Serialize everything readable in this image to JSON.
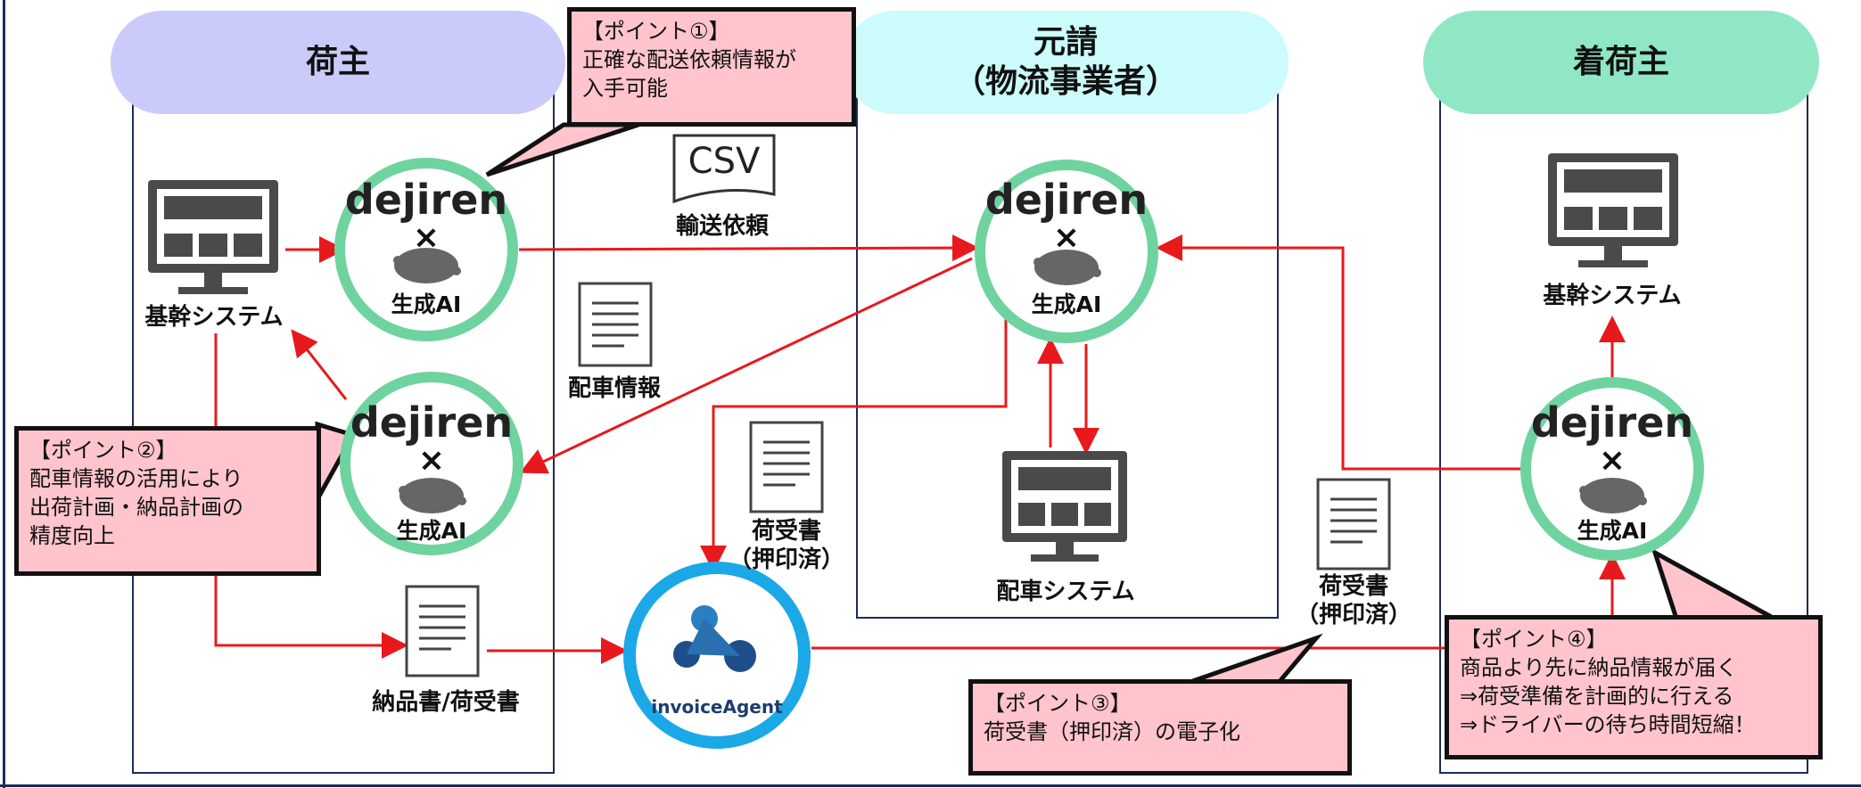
{
  "lanes": {
    "shipper": "荷主",
    "contractor_line1": "元請",
    "contractor_line2": "（物流事業者）",
    "consignee": "着荷主"
  },
  "nodes": {
    "dejiren_brand": "dejiren",
    "cross_symbol": "×",
    "gen_ai": "生成AI",
    "core_system_shipper": "基幹システム",
    "core_system_consignee": "基幹システム",
    "dispatch_system": "配車システム",
    "csv_badge": "CSV",
    "transport_request": "輸送依頼",
    "dispatch_info": "配車情報",
    "delivery_doc": "納品書/荷受書",
    "receipt_doc_mid_line1": "荷受書",
    "receipt_doc_mid_line2": "（押印済）",
    "receipt_doc_right_line1": "荷受書",
    "receipt_doc_right_line2": "（押印済）",
    "invoice_agent": "invoiceAgent"
  },
  "callouts": {
    "p1": [
      "【ポイント①】",
      "正確な配送依頼情報が",
      "入手可能"
    ],
    "p2": [
      "【ポイント②】",
      "配車情報の活用により",
      "出荷計画・納品計画の",
      "精度向上"
    ],
    "p3": [
      "【ポイント③】",
      "荷受書（押印済）の電子化"
    ],
    "p4": [
      "【ポイント④】",
      "商品より先に納品情報が届く",
      "⇒荷受準備を計画的に行える",
      "⇒ドライバーの待ち時間短縮！"
    ]
  },
  "colors": {
    "shipper_header": "#cacbfa",
    "contractor_header": "#cbfcfb",
    "consignee_header": "#8fe7c6",
    "ai_ring": "#6fd3a0",
    "invoice_ring": "#1aa8e6",
    "arrow": "#e8191c",
    "callout_fill": "#ffc4cc",
    "lane_border": "#1f2a5a"
  }
}
